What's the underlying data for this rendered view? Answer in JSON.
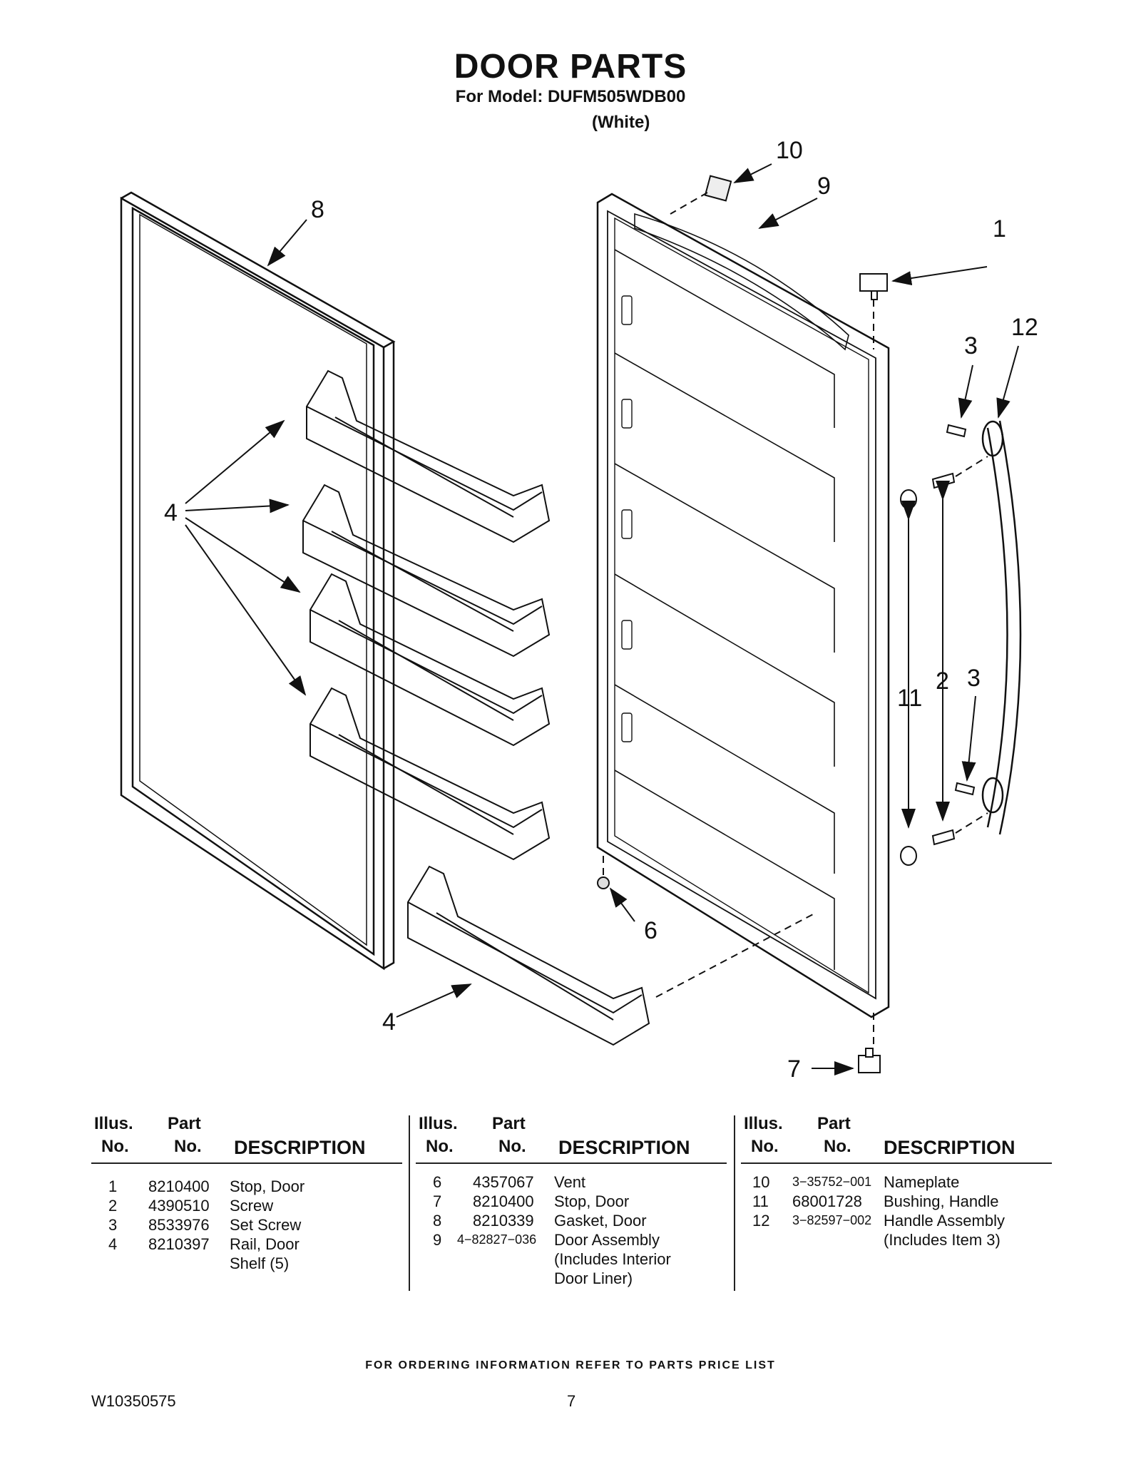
{
  "header": {
    "title": "DOOR PARTS",
    "model_line": "For Model: DUFM505WDB00",
    "color_line": "(White)"
  },
  "diagram": {
    "callouts": [
      "10",
      "9",
      "8",
      "1",
      "3",
      "12",
      "4",
      "11",
      "2",
      "3",
      "6",
      "4",
      "7"
    ]
  },
  "parts_table": {
    "headers": {
      "illus_top": "Illus.",
      "illus_bottom": "No.",
      "part_top": "Part",
      "part_bottom": "No.",
      "description": "DESCRIPTION"
    },
    "columns": [
      {
        "rows": [
          {
            "illus": "1",
            "part": "8210400",
            "desc": "Stop, Door"
          },
          {
            "illus": "2",
            "part": "4390510",
            "desc": "Screw"
          },
          {
            "illus": "3",
            "part": "8533976",
            "desc": "Set Screw"
          },
          {
            "illus": "4",
            "part": "8210397",
            "desc": "Rail, Door"
          },
          {
            "illus": "",
            "part": "",
            "desc": "Shelf (5)"
          }
        ]
      },
      {
        "rows": [
          {
            "illus": "6",
            "part": "4357067",
            "desc": "Vent"
          },
          {
            "illus": "7",
            "part": "8210400",
            "desc": "Stop, Door"
          },
          {
            "illus": "8",
            "part": "8210339",
            "desc": "Gasket, Door"
          },
          {
            "illus": "9",
            "part": "4−82827−036",
            "desc": "Door Assembly"
          },
          {
            "illus": "",
            "part": "",
            "desc": "(Includes Interior"
          },
          {
            "illus": "",
            "part": "",
            "desc": "Door Liner)"
          }
        ]
      },
      {
        "rows": [
          {
            "illus": "10",
            "part": "3−35752−001",
            "desc": "Nameplate"
          },
          {
            "illus": "11",
            "part": "68001728",
            "desc": "Bushing, Handle"
          },
          {
            "illus": "12",
            "part": "3−82597−002",
            "desc": "Handle Assembly"
          },
          {
            "illus": "",
            "part": "",
            "desc": "(Includes Item 3)"
          }
        ]
      }
    ]
  },
  "footer": {
    "note": "FOR ORDERING INFORMATION REFER TO PARTS PRICE LIST",
    "doc_number": "W10350575",
    "page_number": "7"
  }
}
